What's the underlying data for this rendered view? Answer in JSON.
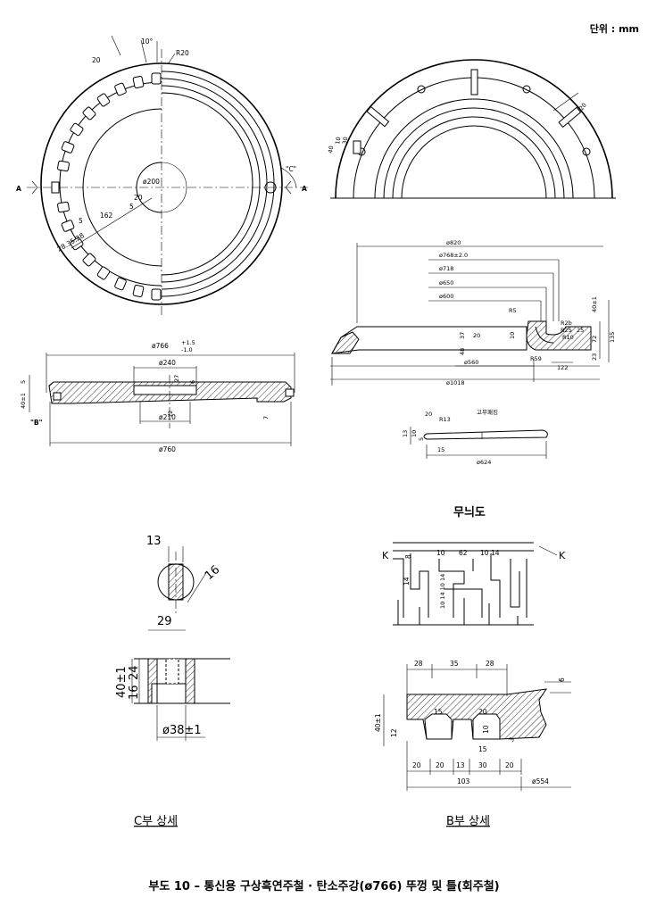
{
  "unit_label": "단위 : mm",
  "plan_view": {
    "dim_20": "20",
    "dim_10": "10°",
    "dim_r20": "R20",
    "dim_d200": "ø200",
    "dim_162": "162",
    "dim_5a": "5",
    "dim_20b": "20",
    "dim_5b": "5",
    "dim_left_stack": "28.35.28",
    "label_a_left": "A",
    "label_a_right": "A",
    "label_c": "\"C\""
  },
  "section_view": {
    "dim_d766": "ø766",
    "dim_tol_plus": "+1.5",
    "dim_tol_minus": "-1.0",
    "dim_d240": "ø240",
    "dim_27": "27",
    "dim_6": "6",
    "dim_d210": "ø210",
    "dim_12": "12",
    "dim_d760": "ø760",
    "dim_5": "5",
    "dim_40": "40±1",
    "dim_7": "7",
    "label_b": "\"B\""
  },
  "frame_plan": {
    "dim_20": "20",
    "dim_40": "40",
    "dim_10": "10",
    "dim_30": "30"
  },
  "frame_section": {
    "dims": [
      "ø820",
      "ø768±2.0",
      "ø718",
      "ø650",
      "ø600"
    ],
    "dim_r5": "R5",
    "dim_r25": "R25",
    "dim_r2": "R2b",
    "dim_r10": "R10",
    "dim_25": "25",
    "dim_72": "72",
    "dim_135": "135",
    "dim_40": "40±1",
    "dim_23": "23",
    "dim_37": "37",
    "dim_20": "20",
    "dim_10": "10",
    "dim_48": "48",
    "dim_r59": "R59",
    "dim_d560": "ø560",
    "dim_122": "122",
    "dim_d1018": "ø1018"
  },
  "gasket": {
    "label": "고무패킹",
    "dim_20": "20",
    "dim_r13": "R13",
    "dim_13": "13",
    "dim_10": "10",
    "dim_5": "5",
    "dim_15": "15",
    "dim_d624": "ø624"
  },
  "pattern": {
    "title": "무늬도",
    "k_left": "K",
    "k_right": "K",
    "dim_10a": "10",
    "dim_62": "62",
    "dim_10b": "10",
    "dim_14a": "14",
    "dim_8": "8",
    "dim_14b": "14",
    "dim_stack": "10 14 10 14"
  },
  "detail_c": {
    "dim_13": "13",
    "dim_d16": "ø16",
    "dim_29": "29",
    "dim_40": "40±1",
    "dim_24": "24",
    "dim_16": "16",
    "dim_d38": "ø38±1",
    "caption": "C부 상세"
  },
  "detail_b": {
    "top_dims": [
      "28",
      "35",
      "28"
    ],
    "dim_6": "6",
    "dim_40": "40±1",
    "dim_12": "12",
    "dim_15a": "15",
    "dim_20a": "20",
    "dim_10": "10",
    "dim_15b": "15",
    "dim_3": "3",
    "bottom_dims": [
      "20",
      "20",
      "13",
      "30",
      "20"
    ],
    "dim_103": "103",
    "dim_d554": "ø554",
    "caption": "B부 상세"
  },
  "figure_caption": "부도 10 – 통신용 구상흑연주철 · 탄소주강(ø766) 뚜껑 및 틀(회주철)"
}
